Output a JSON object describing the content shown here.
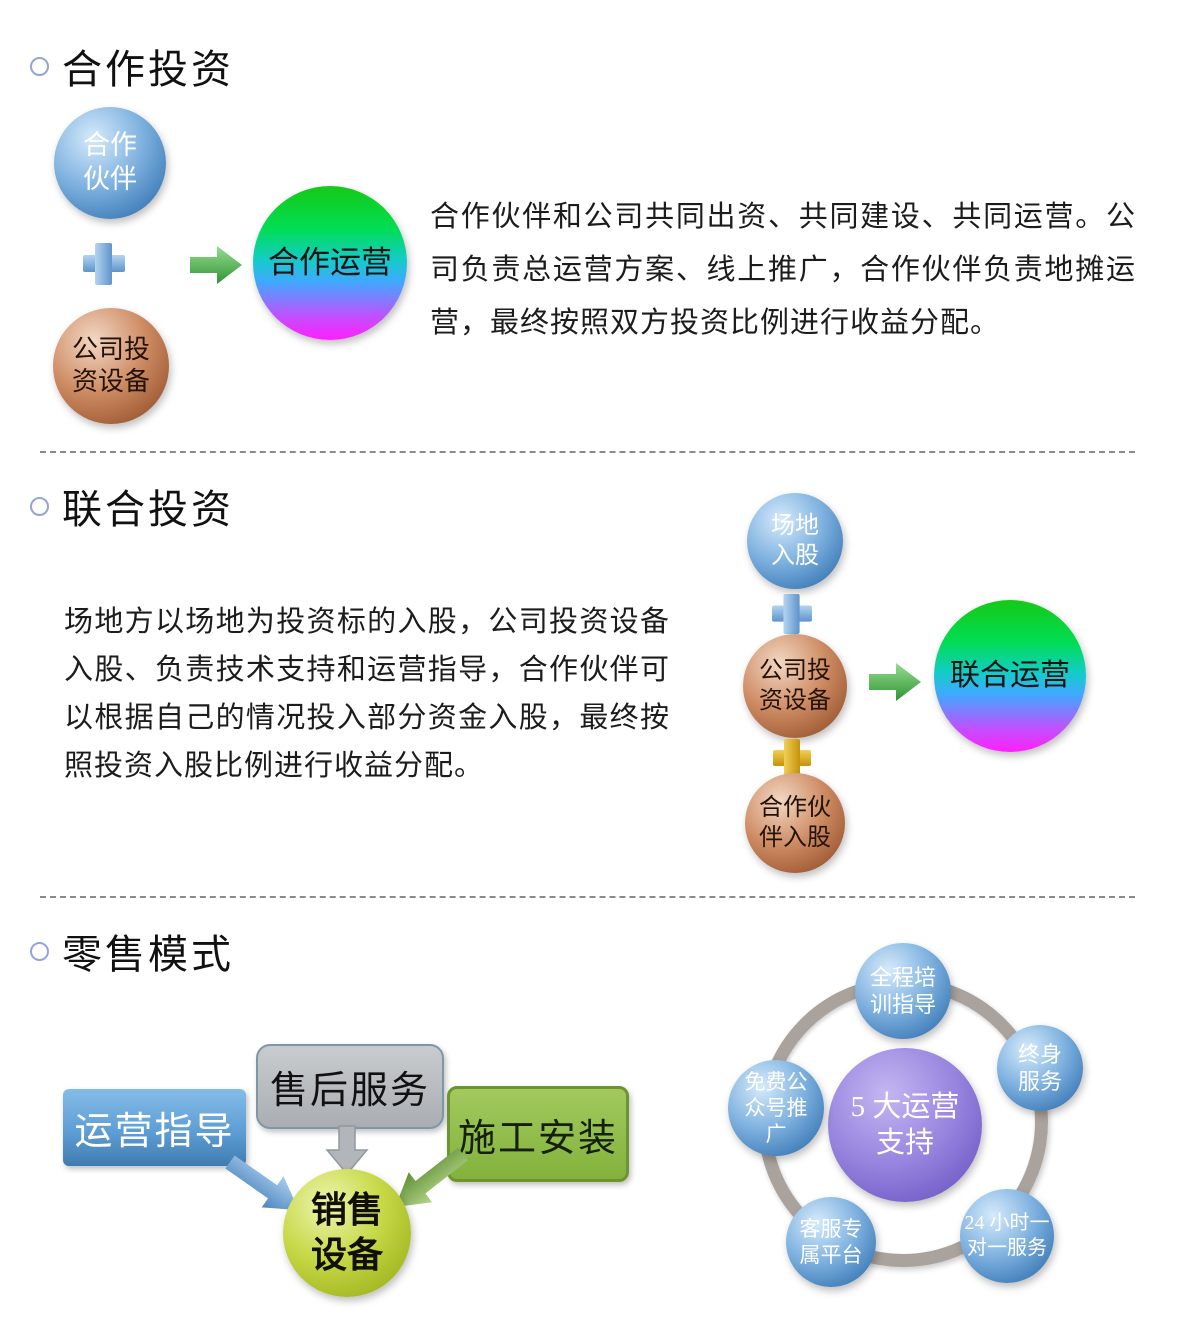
{
  "colors": {
    "blue_sphere": "#3a78b5",
    "brown_sphere": "#9a562f",
    "rainbow_top": "#16c916",
    "rainbow_bottom": "#ff1fff",
    "green_arrow": "#3f9e3f",
    "blue_plus": "#6fa8dc",
    "gold_plus": "#d4a017",
    "purple_sphere": "#8a76d8",
    "yellow_green_sphere": "#b8cc30",
    "blue_rect": "#5e9ed4",
    "gray_rect": "#aaaeb2",
    "green_rect": "#8dbb4a",
    "bullet_outline": "#95a4d6"
  },
  "section1": {
    "title": "合作投资",
    "partner_sphere": "合作\n伙伴",
    "company_sphere": "公司投\n资设备",
    "result_sphere": "合作运营",
    "paragraph": "合作伙伴和公司共同出资、共同建设、共同运营。公司负责总运营方案、线上推广，合作伙伴负责地摊运营，最终按照双方投资比例进行收益分配。"
  },
  "section2": {
    "title": "联合投资",
    "paragraph": "场地方以场地为投资标的入股，公司投资设备入股、负责技术支持和运营指导，合作伙伴可以根据自己的情况投入部分资金入股，最终按照投资入股比例进行收益分配。",
    "site_sphere": "场地\n入股",
    "company_sphere": "公司投\n资设备",
    "partner_sphere": "合作伙\n伴入股",
    "result_sphere": "联合运营"
  },
  "section3": {
    "title": "零售模式",
    "rect_operation": "运营指导",
    "rect_aftersale": "售后服务",
    "rect_install": "施工安装",
    "sales_sphere": "销售\n设备",
    "hub_sphere": "5 大运营\n支持",
    "sat_training": "全程培\n训指导",
    "sat_lifetime": "终身\n服务",
    "sat_24h": "24 小时一\n对一服务",
    "sat_support": "客服专\n属平台",
    "sat_promo": "免费公\n众号推\n广"
  }
}
